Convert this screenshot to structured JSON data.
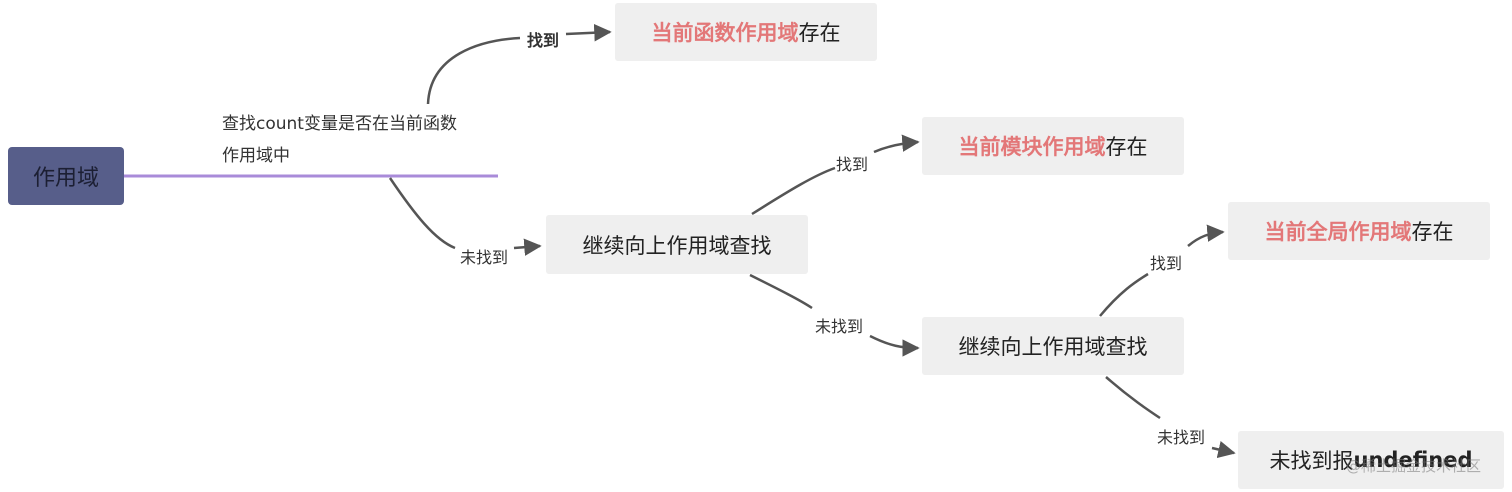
{
  "root": {
    "label": "作用域"
  },
  "description": {
    "line1": "查找count变量是否在当前函数",
    "line2": "作用域中"
  },
  "nodes": {
    "function_scope": {
      "highlight": "当前函数作用域",
      "suffix": "存在"
    },
    "search_up_1": {
      "label": "继续向上作用域查找"
    },
    "module_scope": {
      "highlight": "当前模块作用域",
      "suffix": "存在"
    },
    "search_up_2": {
      "label": "继续向上作用域查找"
    },
    "global_scope": {
      "highlight": "当前全局作用域",
      "suffix": "存在"
    },
    "not_found": {
      "prefix": "未找到报",
      "bold": "undefined"
    }
  },
  "edge_labels": {
    "found_1": "找到",
    "not_found_1": "未找到",
    "found_2": "找到",
    "not_found_2": "未找到",
    "found_3": "找到",
    "not_found_3": "未找到"
  },
  "watermark": "@稀土掘金技术社区",
  "colors": {
    "root_fill": "#575e8a",
    "underline": "#a98bd9",
    "highlight": "#e37778",
    "box_fill": "#efefef",
    "arrow": "#555555"
  }
}
